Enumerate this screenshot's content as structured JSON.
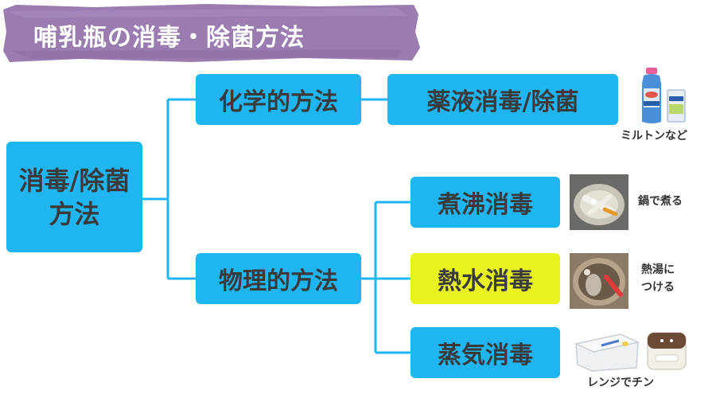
{
  "title": "哺乳瓶の消毒・除菌方法",
  "colors": {
    "banner": "#9a7cb1",
    "box_blue": "#1fb5f1",
    "box_highlight": "#e8f21d",
    "connector": "#1fb5f1",
    "text": "#3a3a3a"
  },
  "root": {
    "line1": "消毒/除菌",
    "line2": "方法"
  },
  "branches": {
    "chemical": {
      "label": "化学的方法",
      "children": [
        {
          "label": "薬液消毒/除菌",
          "caption": "ミルトンなど",
          "icon": "milton-bottle-and-tablets-icon"
        }
      ]
    },
    "physical": {
      "label": "物理的方法",
      "children": [
        {
          "label": "煮沸消毒",
          "caption": "鍋で煮る",
          "icon": "boiling-pot-photo"
        },
        {
          "label": "熱水消毒",
          "caption_line1": "熱湯に",
          "caption_line2": "つける",
          "icon": "hot-water-bowl-photo",
          "highlighted": true
        },
        {
          "label": "蒸気消毒",
          "caption": "レンジでチン",
          "icon": "microwave-steam-case-icon"
        }
      ]
    }
  }
}
